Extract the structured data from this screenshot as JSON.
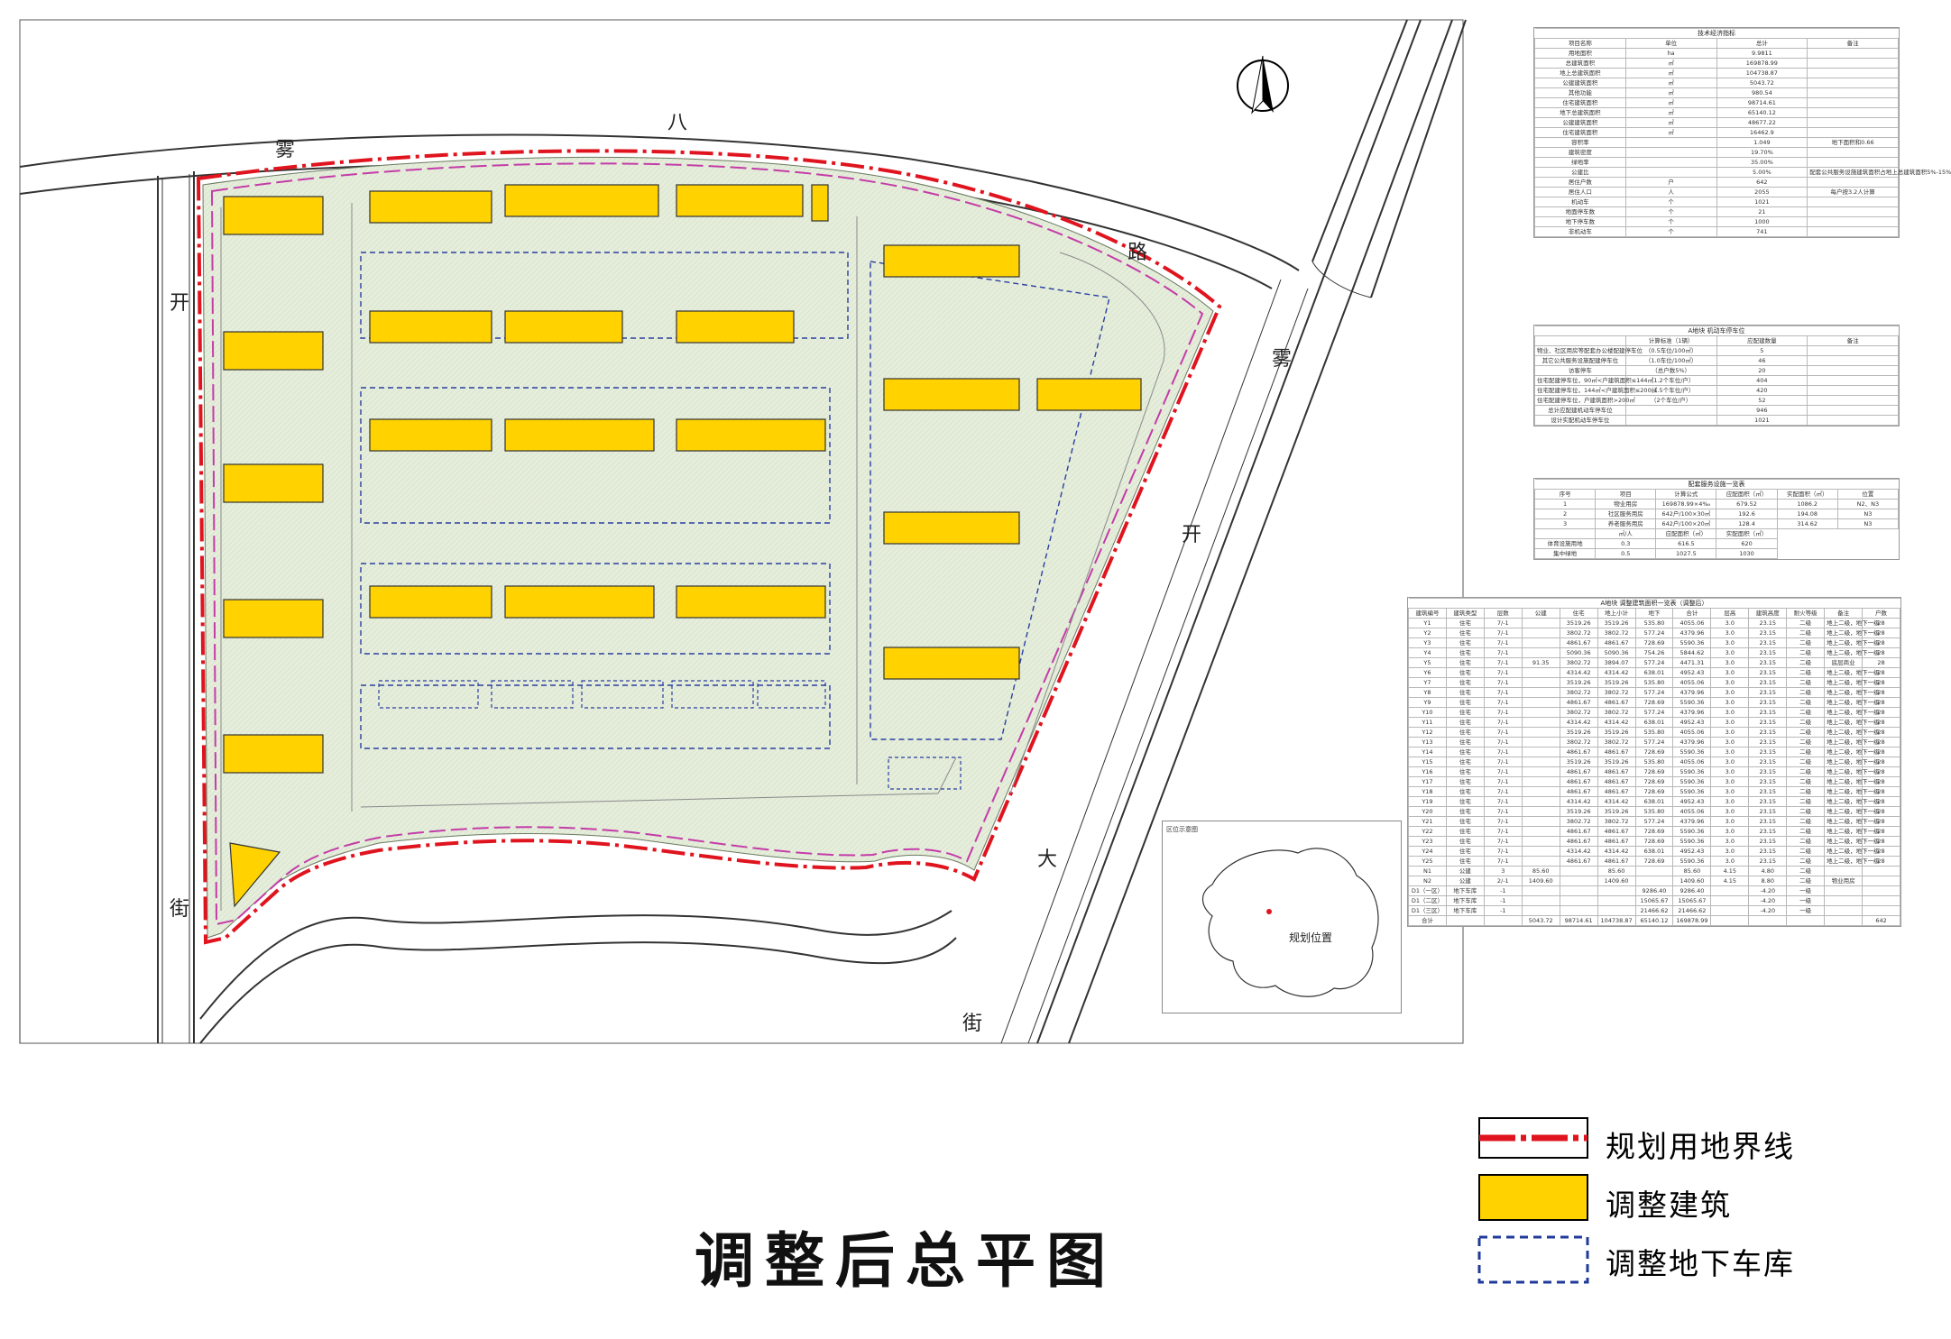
{
  "title": "调整后总平图",
  "legend": [
    {
      "label": "规划用地界线",
      "symbol": "red-dash-dot-line"
    },
    {
      "label": "调整建筑",
      "symbol": "yellow-fill"
    },
    {
      "label": "调整地下车库",
      "symbol": "blue-dashed-outline"
    }
  ],
  "road_labels": {
    "north": [
      "雾",
      "八",
      "路"
    ],
    "west": [
      "开",
      "街"
    ],
    "east": [
      "雾",
      "开",
      "大",
      "街"
    ]
  },
  "inset_map": {
    "label": "规划位置",
    "caption": "区位示意图"
  },
  "colors": {
    "building": "#ffd200",
    "boundary": "#e0141e",
    "garage": "#2b3fa0",
    "site": "#e3ecd9"
  },
  "econ_table": {
    "caption": "技术经济指标",
    "headers": [
      "项目名称",
      "单位",
      "总计",
      "备注"
    ],
    "rows": [
      [
        "用地面积",
        "ha",
        "9.9811",
        ""
      ],
      [
        "总建筑面积",
        "㎡",
        "169878.99",
        ""
      ],
      [
        "地上总建筑面积",
        "㎡",
        "104738.87",
        ""
      ],
      [
        "公建建筑面积",
        "㎡",
        "5043.72",
        ""
      ],
      [
        "其他功能",
        "㎡",
        "980.54",
        ""
      ],
      [
        "住宅建筑面积",
        "㎡",
        "98714.61",
        ""
      ],
      [
        "地下总建筑面积",
        "㎡",
        "65140.12",
        ""
      ],
      [
        "公建建筑面积",
        "㎡",
        "48677.22",
        ""
      ],
      [
        "住宅建筑面积",
        "㎡",
        "16462.9",
        ""
      ],
      [
        "容积率",
        "",
        "1.049",
        "地下面积和0.66"
      ],
      [
        "建筑密度",
        "",
        "19.70%",
        ""
      ],
      [
        "绿地率",
        "",
        "35.00%",
        ""
      ],
      [
        "公建比",
        "",
        "5.00%",
        "配套公共服务设施建筑面积占地上总建筑面积5%-15%"
      ],
      [
        "居住户数",
        "户",
        "642",
        ""
      ],
      [
        "居住人口",
        "人",
        "2055",
        "每户按3.2人计算"
      ],
      [
        "机动车",
        "个",
        "1021",
        ""
      ],
      [
        "地面停车数",
        "个",
        "21",
        ""
      ],
      [
        "地下停车数",
        "个",
        "1000",
        ""
      ],
      [
        "非机动车",
        "个",
        "741",
        ""
      ]
    ]
  },
  "parking_table": {
    "caption": "A地块 机动车停车位",
    "headers": [
      "",
      "计算标准（1辆）",
      "应配建数量",
      "备注"
    ],
    "rows": [
      [
        "物业、社区用房等配套办公楼配建停车位",
        "（0.5车位/100㎡）",
        "5",
        ""
      ],
      [
        "其它公共服务设施配建停车位",
        "（1.0车位/100㎡）",
        "46",
        ""
      ],
      [
        "访客停车",
        "（总户数5%）",
        "20",
        ""
      ],
      [
        "住宅配建停车位，90㎡<户建筑面积≤144㎡",
        "（1.2个车位/户）",
        "404",
        ""
      ],
      [
        "住宅配建停车位，144㎡<户建筑面积≤200㎡",
        "（1.5个车位/户）",
        "420",
        ""
      ],
      [
        "住宅配建停车位，户建筑面积>200㎡",
        "（2个车位/户）",
        "52",
        ""
      ],
      [
        "总计应配建机动车停车位",
        "",
        "946",
        ""
      ],
      [
        "设计实配机动车停车位",
        "",
        "1021",
        ""
      ]
    ]
  },
  "service_table": {
    "caption": "配套服务设施一览表",
    "headers": [
      "序号",
      "项目",
      "计算公式",
      "应配面积（㎡）",
      "实配面积（㎡）",
      "位置"
    ],
    "rows": [
      [
        "1",
        "物业用房",
        "169878.99×4‰",
        "679.52",
        "1086.2",
        "N2、N3"
      ],
      [
        "2",
        "社区服务用房",
        "642户/100×30㎡",
        "192.6",
        "194.08",
        "N3"
      ],
      [
        "3",
        "养老服务用房",
        "642户/100×20㎡",
        "128.4",
        "314.62",
        "N3"
      ]
    ],
    "extra_headers": [
      "",
      "㎡/人",
      "应配面积（㎡）",
      "实配面积（㎡）"
    ],
    "extra_rows": [
      [
        "体育设施用地",
        "0.3",
        "616.5",
        "620"
      ],
      [
        "集中绿地",
        "0.5",
        "1027.5",
        "1030"
      ]
    ]
  },
  "building_table": {
    "caption": "A地块 调整建筑面积一览表（调整后）",
    "headers": [
      "建筑编号",
      "建筑类型",
      "层数",
      "公建",
      "住宅",
      "地上小计",
      "地下",
      "合计",
      "层高",
      "建筑高度",
      "耐火等级",
      "备注",
      "户数"
    ],
    "rows": [
      [
        "Y1",
        "住宅",
        "7/-1",
        "",
        "3519.26",
        "3519.26",
        "535.80",
        "4055.06",
        "3.0",
        "23.15",
        "二级",
        "地上二级，地下一级",
        "28"
      ],
      [
        "Y2",
        "住宅",
        "7/-1",
        "",
        "3802.72",
        "3802.72",
        "577.24",
        "4379.96",
        "3.0",
        "23.15",
        "二级",
        "地上二级，地下一级",
        "28"
      ],
      [
        "Y3",
        "住宅",
        "7/-1",
        "",
        "4861.67",
        "4861.67",
        "728.69",
        "5590.36",
        "3.0",
        "23.15",
        "二级",
        "地上二级，地下一级",
        "28"
      ],
      [
        "Y4",
        "住宅",
        "7/-1",
        "",
        "5090.36",
        "5090.36",
        "754.26",
        "5844.62",
        "3.0",
        "23.15",
        "二级",
        "地上二级，地下一级",
        "28"
      ],
      [
        "Y5",
        "住宅",
        "7/-1",
        "91.35",
        "3802.72",
        "3894.07",
        "577.24",
        "4471.31",
        "3.0",
        "23.15",
        "二级",
        "底层商业",
        "28"
      ],
      [
        "Y6",
        "住宅",
        "7/-1",
        "",
        "4314.42",
        "4314.42",
        "638.01",
        "4952.43",
        "3.0",
        "23.15",
        "二级",
        "地上二级，地下一级",
        "28"
      ],
      [
        "Y7",
        "住宅",
        "7/-1",
        "",
        "3519.26",
        "3519.26",
        "535.80",
        "4055.06",
        "3.0",
        "23.15",
        "二级",
        "地上二级，地下一级",
        "28"
      ],
      [
        "Y8",
        "住宅",
        "7/-1",
        "",
        "3802.72",
        "3802.72",
        "577.24",
        "4379.96",
        "3.0",
        "23.15",
        "二级",
        "地上二级，地下一级",
        "28"
      ],
      [
        "Y9",
        "住宅",
        "7/-1",
        "",
        "4861.67",
        "4861.67",
        "728.69",
        "5590.36",
        "3.0",
        "23.15",
        "二级",
        "地上二级，地下一级",
        "28"
      ],
      [
        "Y10",
        "住宅",
        "7/-1",
        "",
        "3802.72",
        "3802.72",
        "577.24",
        "4379.96",
        "3.0",
        "23.15",
        "二级",
        "地上二级，地下一级",
        "28"
      ],
      [
        "Y11",
        "住宅",
        "7/-1",
        "",
        "4314.42",
        "4314.42",
        "638.01",
        "4952.43",
        "3.0",
        "23.15",
        "二级",
        "地上二级，地下一级",
        "28"
      ],
      [
        "Y12",
        "住宅",
        "7/-1",
        "",
        "3519.26",
        "3519.26",
        "535.80",
        "4055.06",
        "3.0",
        "23.15",
        "二级",
        "地上二级，地下一级",
        "28"
      ],
      [
        "Y13",
        "住宅",
        "7/-1",
        "",
        "3802.72",
        "3802.72",
        "577.24",
        "4379.96",
        "3.0",
        "23.15",
        "二级",
        "地上二级，地下一级",
        "28"
      ],
      [
        "Y14",
        "住宅",
        "7/-1",
        "",
        "4861.67",
        "4861.67",
        "728.69",
        "5590.36",
        "3.0",
        "23.15",
        "二级",
        "地上二级，地下一级",
        "28"
      ],
      [
        "Y15",
        "住宅",
        "7/-1",
        "",
        "3519.26",
        "3519.26",
        "535.80",
        "4055.06",
        "3.0",
        "23.15",
        "二级",
        "地上二级，地下一级",
        "28"
      ],
      [
        "Y16",
        "住宅",
        "7/-1",
        "",
        "4861.67",
        "4861.67",
        "728.69",
        "5590.36",
        "3.0",
        "23.15",
        "二级",
        "地上二级，地下一级",
        "28"
      ],
      [
        "Y17",
        "住宅",
        "7/-1",
        "",
        "4861.67",
        "4861.67",
        "728.69",
        "5590.36",
        "3.0",
        "23.15",
        "二级",
        "地上二级，地下一级",
        "28"
      ],
      [
        "Y18",
        "住宅",
        "7/-1",
        "",
        "4861.67",
        "4861.67",
        "728.69",
        "5590.36",
        "3.0",
        "23.15",
        "二级",
        "地上二级，地下一级",
        "28"
      ],
      [
        "Y19",
        "住宅",
        "7/-1",
        "",
        "4314.42",
        "4314.42",
        "638.01",
        "4952.43",
        "3.0",
        "23.15",
        "二级",
        "地上二级，地下一级",
        "28"
      ],
      [
        "Y20",
        "住宅",
        "7/-1",
        "",
        "3519.26",
        "3519.26",
        "535.80",
        "4055.06",
        "3.0",
        "23.15",
        "二级",
        "地上二级，地下一级",
        "28"
      ],
      [
        "Y21",
        "住宅",
        "7/-1",
        "",
        "3802.72",
        "3802.72",
        "577.24",
        "4379.96",
        "3.0",
        "23.15",
        "二级",
        "地上二级，地下一级",
        "28"
      ],
      [
        "Y22",
        "住宅",
        "7/-1",
        "",
        "4861.67",
        "4861.67",
        "728.69",
        "5590.36",
        "3.0",
        "23.15",
        "二级",
        "地上二级，地下一级",
        "28"
      ],
      [
        "Y23",
        "住宅",
        "7/-1",
        "",
        "4861.67",
        "4861.67",
        "728.69",
        "5590.36",
        "3.0",
        "23.15",
        "二级",
        "地上二级，地下一级",
        "28"
      ],
      [
        "Y24",
        "住宅",
        "7/-1",
        "",
        "4314.42",
        "4314.42",
        "638.01",
        "4952.43",
        "3.0",
        "23.15",
        "二级",
        "地上二级，地下一级",
        "28"
      ],
      [
        "Y25",
        "住宅",
        "7/-1",
        "",
        "4861.67",
        "4861.67",
        "728.69",
        "5590.36",
        "3.0",
        "23.15",
        "二级",
        "地上二级，地下一级",
        "28"
      ],
      [
        "N1",
        "公建",
        "3",
        "85.60",
        "",
        "85.60",
        "",
        "85.60",
        "4.15",
        "4.80",
        "二级",
        "",
        ""
      ],
      [
        "N2",
        "公建",
        "2/-1",
        "1409.60",
        "",
        "1409.60",
        "",
        "1409.60",
        "4.15",
        "8.80",
        "二级",
        "物业用房",
        ""
      ],
      [
        "D1（一区）",
        "地下车库",
        "-1",
        "",
        "",
        "",
        "9286.40",
        "9286.40",
        "",
        "-4.20",
        "一级",
        "",
        ""
      ],
      [
        "D1（二区）",
        "地下车库",
        "-1",
        "",
        "",
        "",
        "15065.67",
        "15065.67",
        "",
        "-4.20",
        "一级",
        "",
        ""
      ],
      [
        "D1（三区）",
        "地下车库",
        "-1",
        "",
        "",
        "",
        "21466.62",
        "21466.62",
        "",
        "-4.20",
        "一级",
        "",
        ""
      ],
      [
        "合计",
        "",
        "",
        "5043.72",
        "98714.61",
        "104738.87",
        "65140.12",
        "169878.99",
        "",
        "",
        "",
        "",
        "642"
      ]
    ]
  }
}
